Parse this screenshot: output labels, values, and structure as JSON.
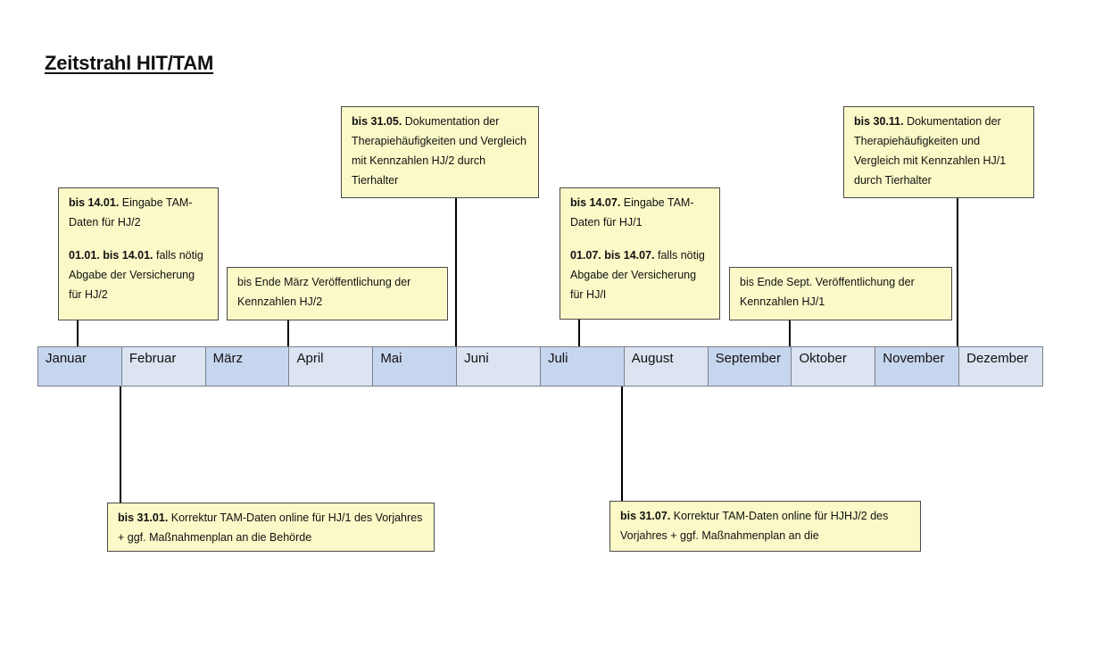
{
  "title": "Zeitstrahl HIT/TAM",
  "months": [
    "Januar",
    "Februar",
    "März",
    "April",
    "Mai",
    "Juni",
    "Juli",
    "August",
    "September",
    "Oktober",
    "November",
    "Dezember"
  ],
  "notes": {
    "eingabe_hj2": {
      "p1_bold": "bis 14.01.",
      "p1_text": " Eingabe TAM-Daten für HJ/2",
      "p2_bold": "01.01. bis 14.01.",
      "p2_text": " falls nötig Abgabe der Versicherung für HJ/2"
    },
    "kennzahlen_hj2": {
      "text": "bis Ende März Veröffentlichung der Kennzahlen HJ/2"
    },
    "doku_hj2": {
      "bold": "bis 31.05.",
      "text": " Dokumentation der Therapiehäufigkeiten und Vergleich mit Kennzahlen  HJ/2 durch Tierhalter"
    },
    "eingabe_hj1": {
      "p1_bold": "bis 14.07.",
      "p1_text": " Eingabe TAM-Daten für HJ/1",
      "p2_bold": "01.07. bis 14.07.",
      "p2_text": " falls nötig Abgabe der Versicherung für HJ/I"
    },
    "kennzahlen_hj1": {
      "text": "bis Ende Sept. Veröffentlichung der Kennzahlen HJ/1"
    },
    "doku_hj1": {
      "bold": "bis 30.11.",
      "text": " Dokumentation der Therapiehäufigkeiten und Vergleich mit Kennzahlen HJ/1 durch Tierhalter"
    },
    "korrektur_jan": {
      "bold": "bis 31.01.",
      "text": " Korrektur TAM-Daten online für HJ/1 des Vorjahres  + ggf. Maßnahmenplan an die Behörde"
    },
    "korrektur_jul": {
      "bold": "bis 31.07.",
      "text": " Korrektur TAM-Daten online für HJHJ/2 des Vorjahres  + ggf. Maßnahmenplan an die"
    }
  }
}
